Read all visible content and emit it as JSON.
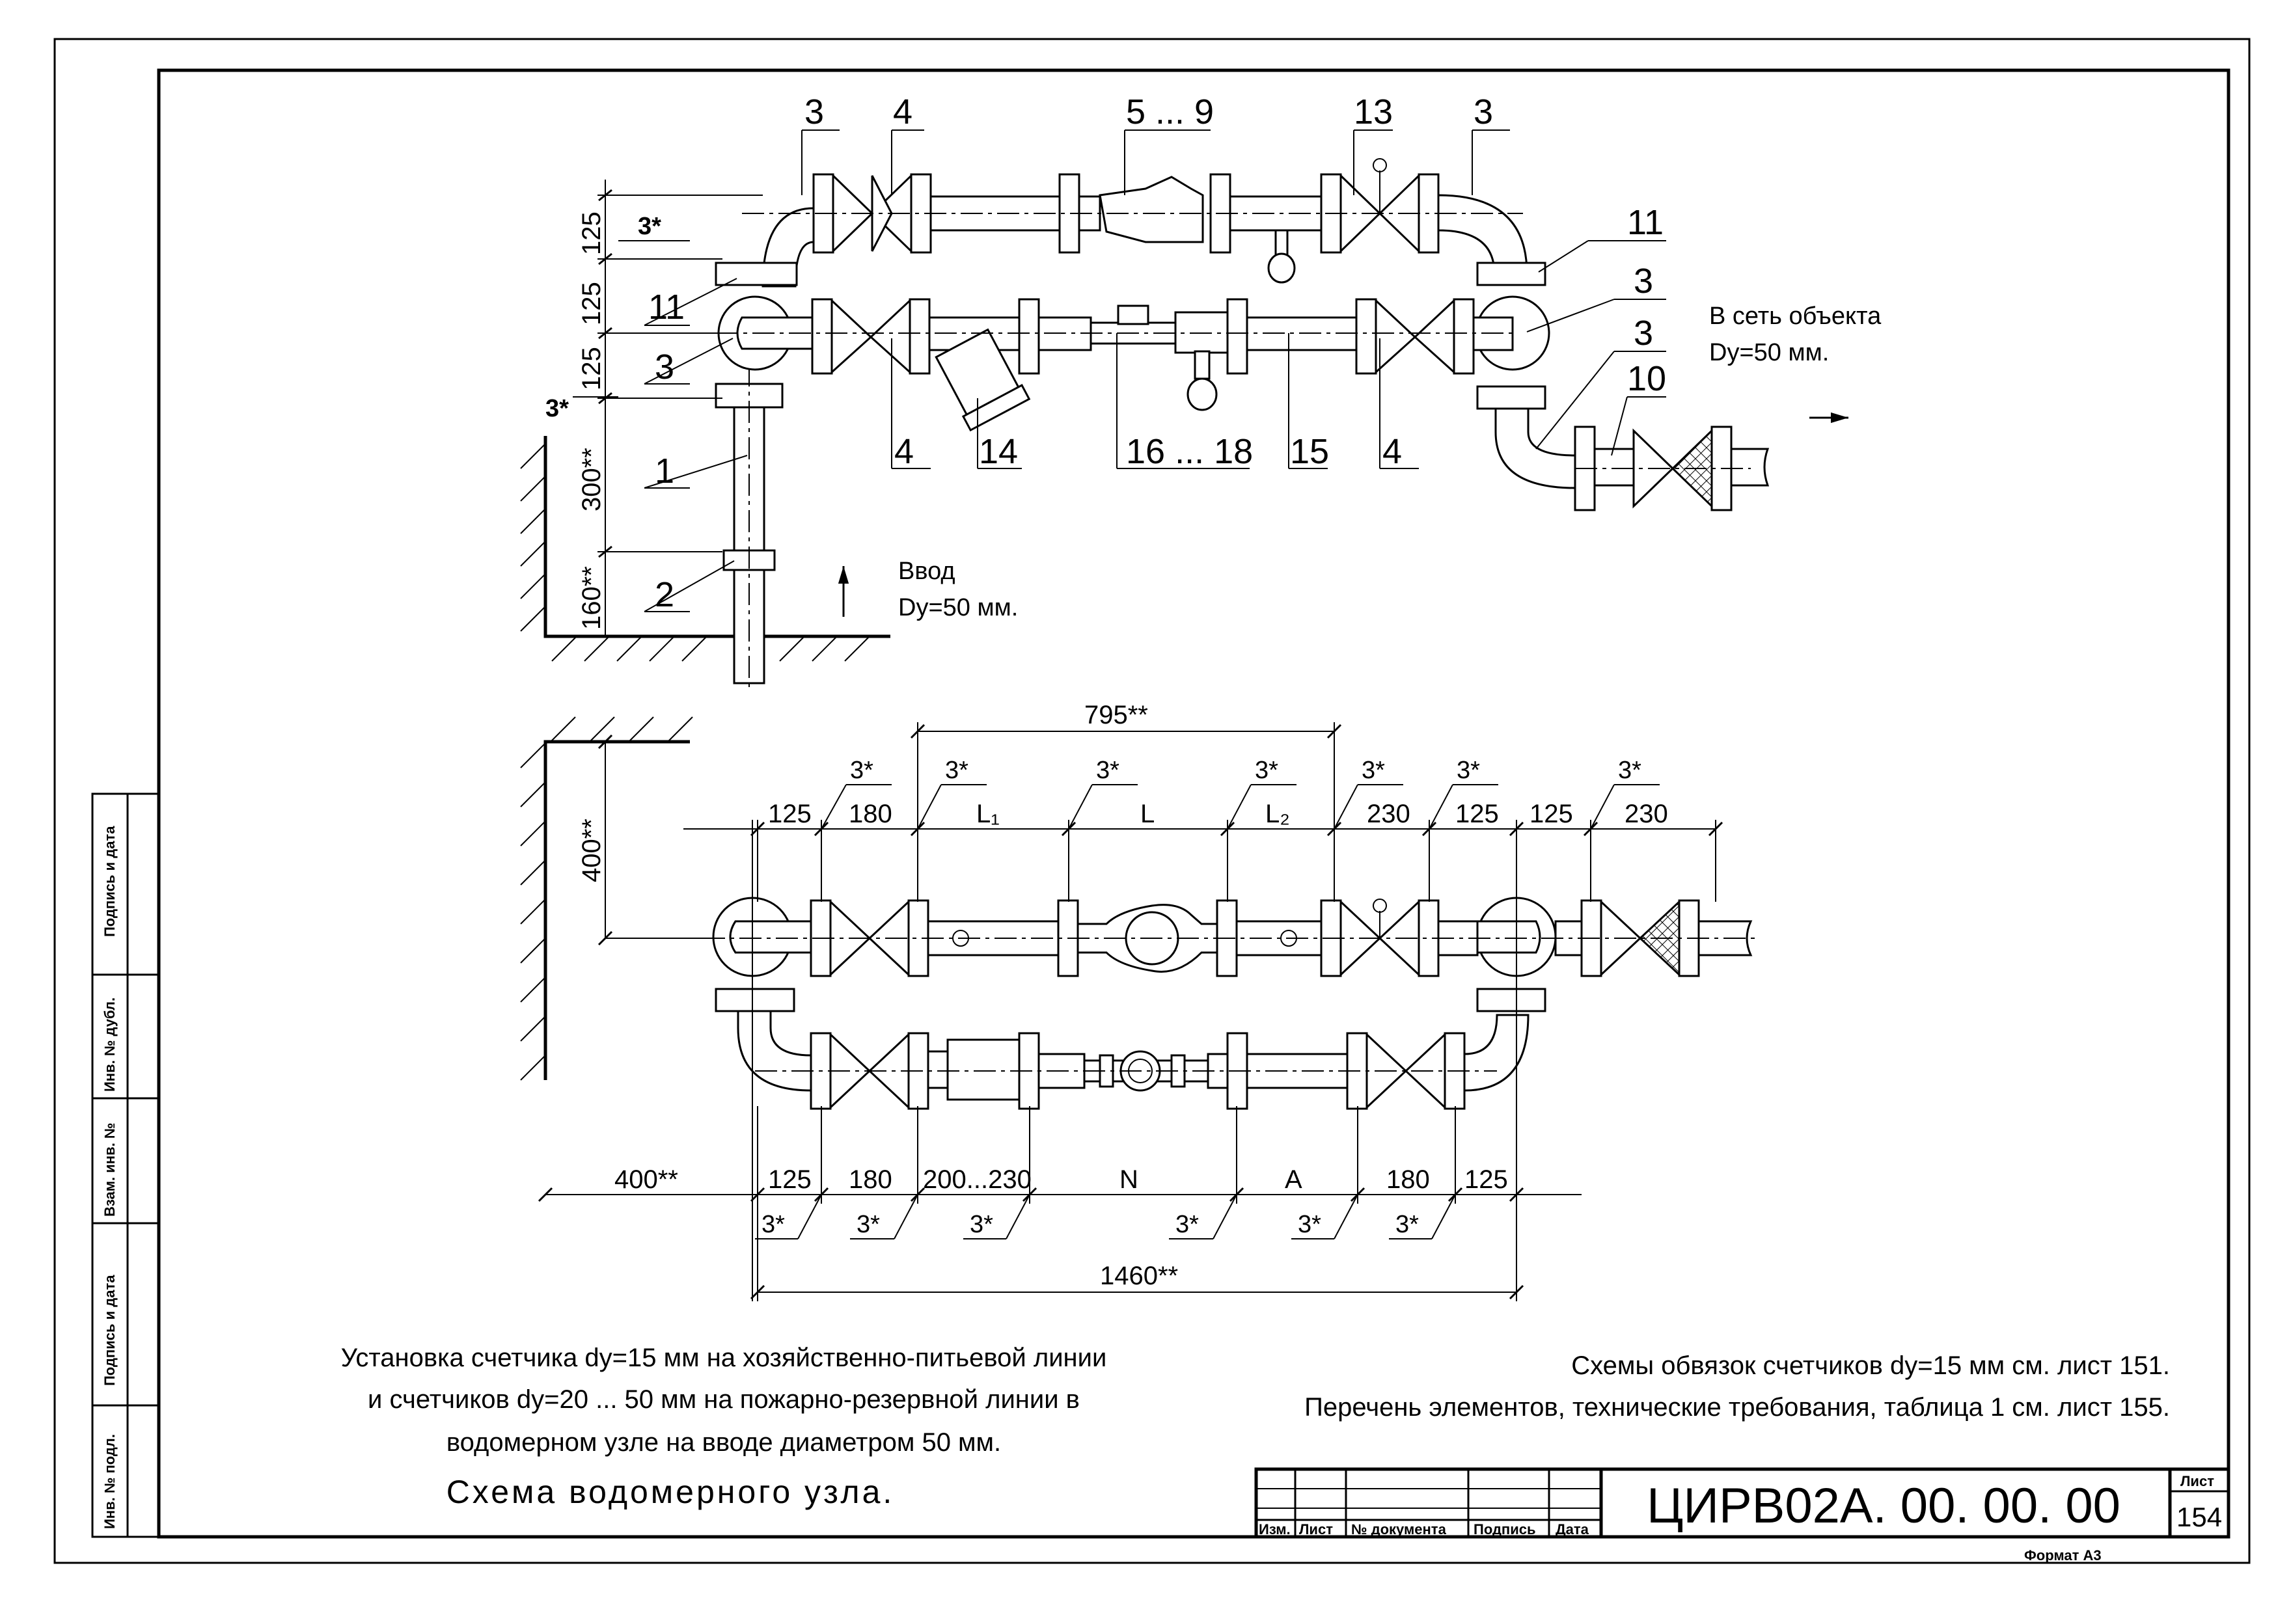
{
  "drawing": {
    "top_view": {
      "callouts": [
        "3",
        "4",
        "5 ... 9",
        "13",
        "3",
        "11",
        "3",
        "3",
        "10",
        "11",
        "3",
        "1",
        "2",
        "4",
        "14",
        "16 ... 18",
        "15",
        "4"
      ],
      "dims": [
        "125",
        "125",
        "125",
        "300**",
        "160**"
      ],
      "stars": [
        "3*",
        "3*"
      ],
      "outlet_label": [
        "В сеть объекта",
        "Dy=50 мм."
      ],
      "inlet_label": [
        "Ввод",
        "Dy=50 мм."
      ]
    },
    "bottom_view": {
      "dim_795": "795**",
      "dim_400_vert": "400**",
      "upper_dims": [
        "125",
        "180",
        "L₁",
        "L",
        "L₂",
        "230",
        "125",
        "125",
        "230"
      ],
      "upper_stars": [
        "3*",
        "3*",
        "3*",
        "3*",
        "3*",
        "3*",
        "3*"
      ],
      "lower_dims": [
        "400**",
        "125",
        "180",
        "200...230",
        "N",
        "A",
        "180",
        "125"
      ],
      "lower_stars": [
        "3*",
        "3*",
        "3*",
        "3*",
        "3*",
        "3*"
      ],
      "dim_1460": "1460**"
    }
  },
  "notes": {
    "left": [
      "Установка счетчика dy=15 мм на хозяйственно-питьевой линии",
      "и счетчиков dy=20 ... 50 мм на пожарно-резервной линии в",
      "водомерном узле на вводе диаметром 50 мм."
    ],
    "caption": "Схема водомерного узла.",
    "right": [
      "Схемы обвязок счетчиков dy=15 мм см. лист 151.",
      "Перечень элементов, технические требования, таблица 1 см. лист 155."
    ]
  },
  "title_block": {
    "columns": [
      "Изм.",
      "Лист",
      "№ документа",
      "Подпись",
      "Дата"
    ],
    "doc_number": "ЦИРВ02А. 00. 00. 00",
    "sheet_label": "Лист",
    "sheet_number": "154",
    "format": "Формат А3"
  },
  "side_stamp": [
    "Инв. № подл.",
    "Подпись и дата",
    "Взам. инв. №",
    "Инв. № дубл.",
    "Подпись и дата"
  ]
}
